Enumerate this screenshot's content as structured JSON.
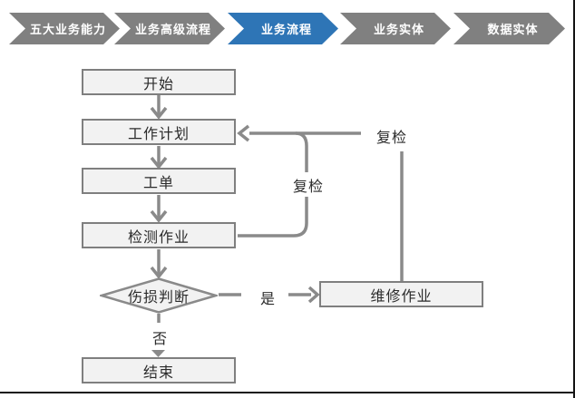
{
  "breadcrumb": {
    "items": [
      {
        "label": "五大业务能力",
        "active": false
      },
      {
        "label": "业务高级流程",
        "active": false
      },
      {
        "label": "业务流程",
        "active": true
      },
      {
        "label": "业务实体",
        "active": false
      },
      {
        "label": "数据实体",
        "active": false
      }
    ]
  },
  "flowchart": {
    "nodes": {
      "start": {
        "label": "开始"
      },
      "plan": {
        "label": "工作计划"
      },
      "order": {
        "label": "工单"
      },
      "inspect": {
        "label": "检测作业"
      },
      "decision": {
        "label": "伤损判断"
      },
      "repair": {
        "label": "维修作业"
      },
      "end": {
        "label": "结束"
      }
    },
    "edge_labels": {
      "yes": "是",
      "no": "否",
      "recheck_inspect": "复检",
      "recheck_repair": "复检"
    }
  },
  "colors": {
    "chevron_gray": "#808080",
    "chevron_active_blue": "#2E75B6",
    "node_fill": "#F2F2F2",
    "node_border": "#7F7F7F",
    "connector_gray": "#8A8A8A",
    "text_dark": "#2B2B2B",
    "frame_dark": "#141414"
  }
}
